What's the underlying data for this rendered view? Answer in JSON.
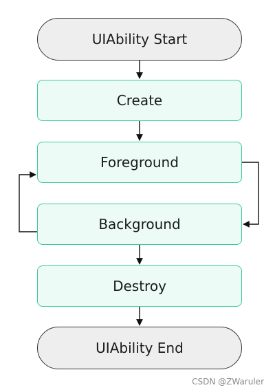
{
  "diagram": {
    "nodes": {
      "start": "UIAbility Start",
      "create": "Create",
      "foreground": "Foreground",
      "background": "Background",
      "destroy": "Destroy",
      "end": "UIAbility End"
    },
    "colors": {
      "terminal_fill": "#eeeeee",
      "terminal_border": "#333333",
      "state_fill": "#ecfbf6",
      "state_border": "#3cc7a3",
      "arrow": "#111111"
    }
  },
  "watermark": "CSDN @ZWaruler"
}
